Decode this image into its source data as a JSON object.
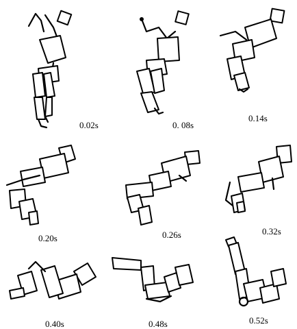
{
  "frames": [
    {
      "time": "0.02s"
    },
    {
      "time": "0. 08s"
    },
    {
      "time": "0.14s"
    },
    {
      "time": "0.20s"
    },
    {
      "time": "0.26s"
    },
    {
      "time": "0.32s"
    },
    {
      "time": "0.40s"
    },
    {
      "time": "0.48s"
    },
    {
      "time": "0.52s"
    }
  ]
}
